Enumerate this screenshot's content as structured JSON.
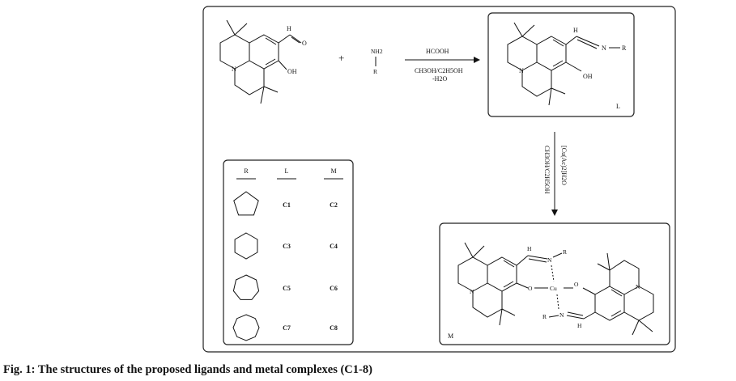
{
  "reaction": {
    "plus": "+",
    "amine_nh2": "NH2",
    "amine_r": "R",
    "aldehyde_h": "H",
    "aldehyde_o": "O",
    "hydroxyl": "OH",
    "nitrogen": "N",
    "reagent_top": "HCOOH",
    "solvent_line1": "CH3OH/C2H5OH",
    "solvent_line2": "-H2O"
  },
  "ligand": {
    "box_label": "L",
    "imine_h": "H",
    "imine_n": "N",
    "substituent_r": "R",
    "hydroxyl": "OH",
    "ring_n": "N"
  },
  "metalation": {
    "reagent": "[Cu(Ac)2]H2O",
    "solvent": "CH3OH/C2H5OH"
  },
  "complex": {
    "box_label": "M",
    "metal": "Cu",
    "oxygen": "O",
    "imine_n": "N",
    "imine_h": "H",
    "substituent_r": "R",
    "ring_n": "N"
  },
  "table": {
    "headers": [
      "R",
      "L",
      "M"
    ],
    "rows": [
      {
        "ring_sides": 5,
        "ligand": "C1",
        "complex": "C2"
      },
      {
        "ring_sides": 6,
        "ligand": "C3",
        "complex": "C4"
      },
      {
        "ring_sides": 7,
        "ligand": "C5",
        "complex": "C6"
      },
      {
        "ring_sides": 8,
        "ligand": "C7",
        "complex": "C8"
      }
    ]
  },
  "caption": "Fig. 1: The structures of the proposed ligands and metal complexes (C1-8)"
}
